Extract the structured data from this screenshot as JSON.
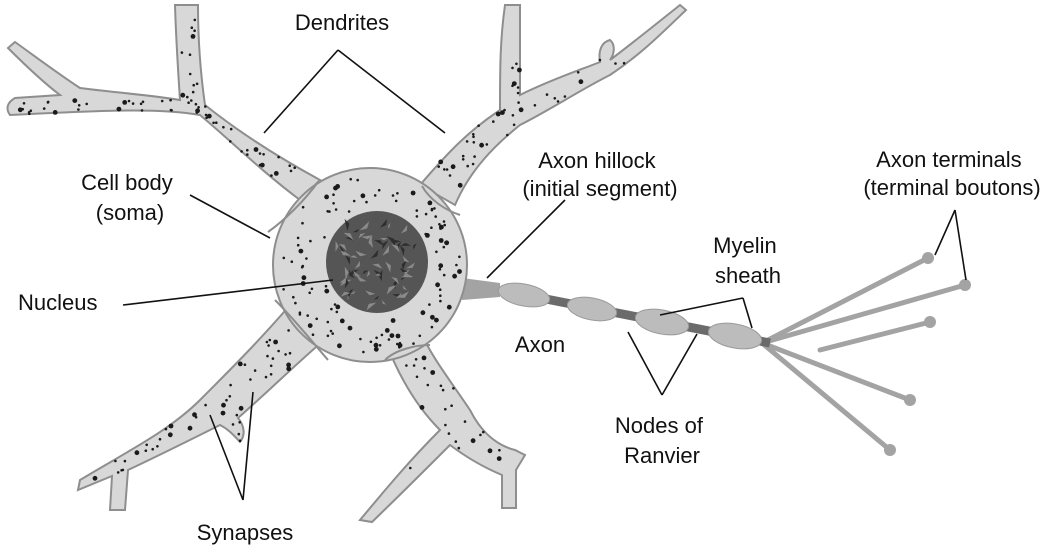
{
  "labels": {
    "dendrites": "Dendrites",
    "cell_body_line1": "Cell body",
    "cell_body_line2": "(soma)",
    "nucleus": "Nucleus",
    "synapses": "Synapses",
    "axon_hillock_line1": "Axon hillock",
    "axon_hillock_line2": "(initial segment)",
    "axon": "Axon",
    "myelin_line1": "Myelin",
    "myelin_line2": "sheath",
    "nodes_line1": "Nodes of",
    "nodes_line2": "Ranvier",
    "terminals_line1": "Axon terminals",
    "terminals_line2": "(terminal boutons)"
  },
  "colors": {
    "cytoplasm": "#d8d8d8",
    "outline": "#8e8e8e",
    "nucleus": "#555555",
    "myelin": "#bcbcbc",
    "axon_gray": "#a3a3a3",
    "node": "#6b6b6b",
    "text": "#111111"
  }
}
